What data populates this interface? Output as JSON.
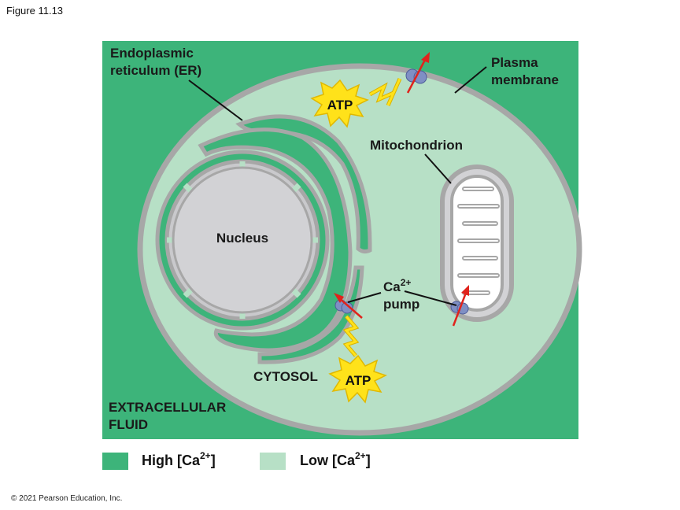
{
  "figure": {
    "label": "Figure 11.13"
  },
  "copyright": "© 2021 Pearson Education, Inc.",
  "colors": {
    "high": "#3db47a",
    "low": "#b7e0c6",
    "membrane": "#aaaaaa",
    "nucleus": "#d2d2d5",
    "pump": "#7f8fc4",
    "arrow": "#e0231c",
    "atp_star": "#ffe21a"
  },
  "labels": {
    "er_line1": "Endoplasmic",
    "er_line2": "reticulum (ER)",
    "plasma_line1": "Plasma",
    "plasma_line2": "membrane",
    "mitochondrion": "Mitochondrion",
    "nucleus": "Nucleus",
    "ca_pump_base": "Ca",
    "ca_pump_sup": "2+",
    "ca_pump_line2": "pump",
    "cytosol": "CYTOSOL",
    "atp_top": "ATP",
    "atp_bottom": "ATP",
    "extracellular_line1": "EXTRACELLULAR",
    "extracellular_line2": "FLUID"
  },
  "legend": {
    "high": {
      "prefix": "High [Ca",
      "sup": "2+",
      "suffix": "]"
    },
    "low": {
      "prefix": "Low [Ca",
      "sup": "2+",
      "suffix": "]"
    }
  }
}
